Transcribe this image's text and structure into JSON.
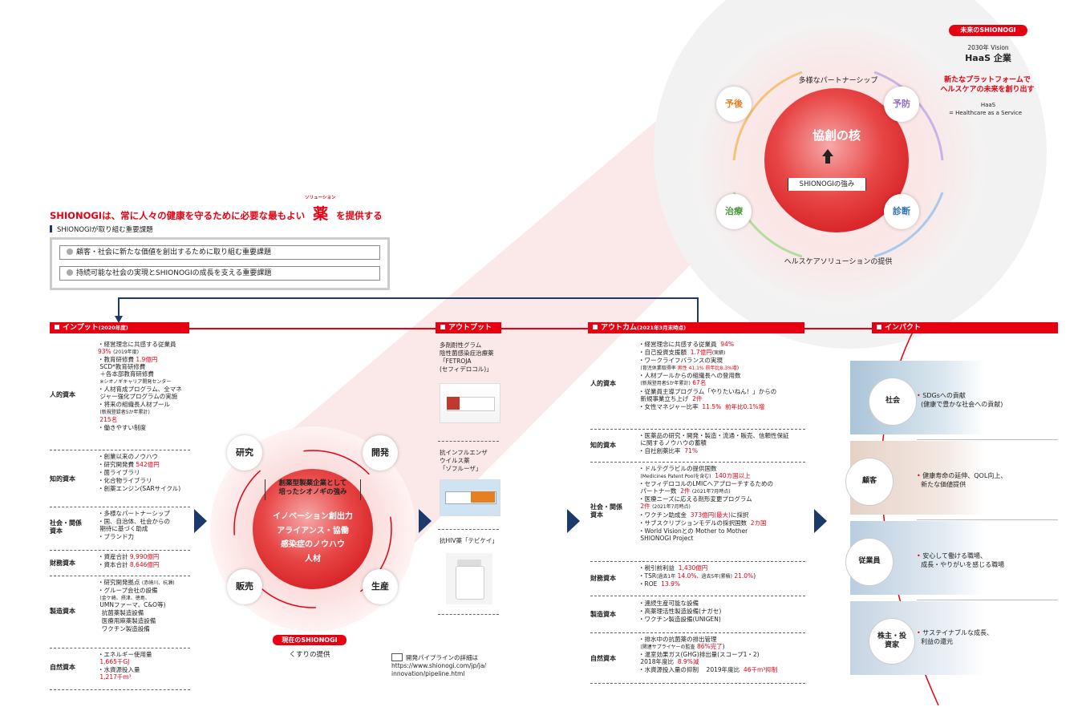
{
  "headline": {
    "text_a": "SHIONOGIは、常に人々の健康を守るために必要な最もよい",
    "ruby": "ソリューション",
    "kanji": "薬",
    "text_b": "を提供する"
  },
  "subheading": "SHIONOGIが取り組む重要課題",
  "priority_issues": [
    "顧客・社会に新たな価値を創出するために取り組む重要課題",
    "持続可能な社会の実現とSHIONOGIの成長を支える重要課題"
  ],
  "future": {
    "badge": "未来のSHIONOGI",
    "vision_year": "2030年 Vision",
    "vision_title": "HaaS 企業",
    "tagline_1": "新たなプラットフォームで",
    "tagline_2": "ヘルスケアの未来を創り出す",
    "haas": "HaaS",
    "haas_def": "= Healthcare as a Service",
    "partnership": "多様なパートナーシップ",
    "solutions": "ヘルスケアソリューションの提供",
    "core_title": "協創の核",
    "core_sub": "SHIONOGIの強み",
    "nodes": {
      "yogo": "予後",
      "yobo": "予防",
      "chiryo": "治療",
      "shindan": "診断"
    }
  },
  "current": {
    "badge": "現在のSHIONOGI",
    "tagline": "くすりの提供",
    "strength_1": "創薬型製薬企業として",
    "strength_2": "培ったシオノギの強み",
    "core": [
      "イノベーション創出力",
      "アライアンス・協働",
      "感染症のノウハウ",
      "人材"
    ],
    "nodes": {
      "kenkyu": "研究",
      "kaihatsu": "開発",
      "hanbai": "販売",
      "seisan": "生産"
    }
  },
  "input": {
    "header": "インプット",
    "header_note": "(2020年度)",
    "human": {
      "label": "人的資本",
      "l1": "・経営理念に共感する従業員",
      "l1v": "93%",
      "l1n": "(2019年度)",
      "l2": "・教育研修費",
      "l2v": "1.9億円",
      "l3": "SCD*教育研修費",
      "l4": "＋各本部教育研修費",
      "l5": "※シオノギキャリア開発センター",
      "l6": "・人材育成プログラム、全マネ",
      "l7": "ジャー強化プログラムの実施",
      "l8": "・将来の組織長人材プール",
      "l9": "(新規登録者5か年累計)",
      "l10": "215名",
      "l11": "・働きやすい制度"
    },
    "intellectual": {
      "label": "知的資本",
      "l1": "・創業以来のノウハウ",
      "l2": "・研究開発費",
      "l2v": "542億円",
      "l3": "・菌ライブラリ",
      "l4": "・化合物ライブラリ",
      "l5": "・創薬エンジン(SARサイクル)"
    },
    "social": {
      "label_1": "社会・関係",
      "label_2": "資本",
      "l1": "・多様なパートナーシップ",
      "l2": "・国、自治体、社会からの",
      "l3": "期待に基づく助成",
      "l4": "・ブランド力"
    },
    "financial": {
      "label": "財務資本",
      "l1": "・資産合計",
      "l1v": "9,990億円",
      "l2": "・資本合計",
      "l2v": "8,646億円"
    },
    "manufacturing": {
      "label": "製造資本",
      "l1": "・研究開発拠点",
      "l1n": "(赤崎川、杭瀬)",
      "l2": "・グループ会社の設備",
      "l3": "(金ケ崎、摂津、徳島、",
      "l4": "UMNファーマ、C&O等)",
      "l5": "抗菌薬製造設備",
      "l6": "医療用麻薬製造設備",
      "l7": "ワクチン製造設備"
    },
    "natural": {
      "label": "自然資本",
      "l1": "・エネルギー使用量",
      "l1v": "1,665千GJ",
      "l2": "・水資源投入量",
      "l2v": "1,217千m³"
    }
  },
  "output": {
    "header": "アウトプット",
    "p1": [
      "多剤耐性グラム",
      "陰性菌感染症治療薬",
      "「FETROJA",
      "(セフィデロコル)」"
    ],
    "p2": [
      "抗インフルエンザ",
      "ウイルス薬",
      "「ゾフルーザ」"
    ],
    "p3": [
      "抗HIV薬「テビケイ」"
    ],
    "pipeline_1": "開発パイプラインの詳細は",
    "pipeline_2": "https://www.shionogi.com/jp/ja/",
    "pipeline_3": "innovation/pipeline.html"
  },
  "outcome": {
    "header": "アウトカム",
    "header_note": "(2021年3月末時点)",
    "human": {
      "label": "人的資本",
      "l1": "・経営理念に共感する従業員",
      "l1v": "94%",
      "l2": "・自己投資支援額",
      "l2v": "1.7億円",
      "l2n": "(実績)",
      "l3": "・ワークライフバランスの実現",
      "l4": "(育児休業取得率",
      "l4v": "男性 41.1%",
      "l4w": "前年比8.3%増",
      "l4e": ")",
      "l5": "・人材プールからの組織長への登用数",
      "l6": "(新規登用者5か年累計)",
      "l6v": "67名",
      "l7": "・従業員主導プログラム「やりたいねん！」からの",
      "l8": "新規事業立ち上げ",
      "l8v": "2件",
      "l9": "・女性マネジャー比率",
      "l9v": "11.5%",
      "l9w": "前年比0.1%増"
    },
    "intellectual": {
      "label": "知的資本",
      "l1": "・医薬品の研究・開発・製造・流通・販売、信頼性保証",
      "l2": "に関するノウハウの蓄積",
      "l3": "・自社創薬比率",
      "l3v": "71%"
    },
    "social": {
      "label_1": "社会・関係",
      "label_2": "資本",
      "l1": "・ドルテグラビルの提供国数",
      "l2": "(Medicines Patent Poolを含む)",
      "l2v": "140カ国以上",
      "l3": "・セフィデロコルのLMICへアプローチするための",
      "l4": "パートナー数",
      "l4v": "2件",
      "l4n": "(2021年7月時点)",
      "l5": "・医療ニーズに応える剤形変更プログラム",
      "l6v": "2件",
      "l6n": "(2021年7月時点)",
      "l7": "・ワクチン助成金",
      "l7v": "373億円(最大)",
      "l7w": "に採択",
      "l8": "・サブスクリプションモデルの採択国数",
      "l8v": "2カ国",
      "l9": "・World Visionとの Mother to Mother",
      "l10": "SHIONOGI Project"
    },
    "financial": {
      "label": "財務資本",
      "l1": "・税引前利益",
      "l1v": "1,430億円",
      "l2": "・TSR",
      "l2a": "(過去1年",
      "l2v": "14.0%",
      "l2b": "、過去5年",
      "l2c": "(累積)",
      "l2w": "21.0%",
      "l2e": ")",
      "l3": "・ROE",
      "l3v": "13.9%"
    },
    "manufacturing": {
      "label": "製造資本",
      "l1": "・連続生産可能な設備",
      "l2": "・高薬理活性製造設備(ナガセ)",
      "l3": "・ワクチン製造設備(UNIGEN)"
    },
    "natural": {
      "label": "自然資本",
      "l1": "・排水中の抗菌薬の排出管理",
      "l2": "(関連サプライヤーの監査",
      "l2v": "86%完了",
      "l2e": ")",
      "l3": "・温室効果ガス(GHG)排出量(スコープ1・2)",
      "l4": "2018年度比",
      "l4v": "8.9%減",
      "l5": "・水資源投入量の抑制",
      "l5n": "2019年度比",
      "l5v": "46千m³抑制"
    }
  },
  "impact": {
    "header": "インパクト",
    "rows": [
      {
        "label": "社会",
        "t1": "SDGsへの貢献",
        "t2": "(健康で豊かな社会への貢献)"
      },
      {
        "label": "顧客",
        "t1": "健康寿命の延伸、QOL向上、",
        "t2": "新たな価値提供"
      },
      {
        "label": "従業員",
        "t1": "安心して働ける職場、",
        "t2": "成長・やりがいを感じる職場"
      },
      {
        "label": "株主・投資家",
        "t1": "サステイナブルな成長、",
        "t2": "利益の還元"
      }
    ]
  },
  "colors": {
    "accent": "#e60012",
    "navy": "#1b3a6b"
  }
}
